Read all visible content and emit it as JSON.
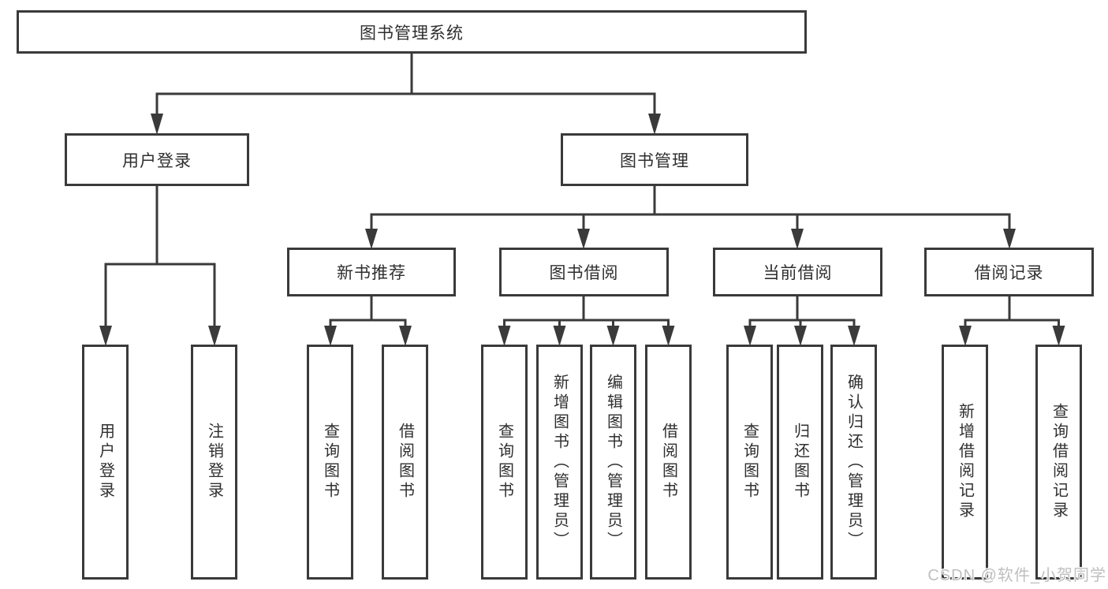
{
  "diagram": {
    "type": "hierarchy-tree",
    "title": "图书管理系统",
    "colors": {
      "line": "#3a3a3a",
      "box_border": "#3a3a3a",
      "box_fill": "#ffffff",
      "text": "#2f2f2f",
      "watermark": "#bfbfbf",
      "background": "#ffffff"
    },
    "watermark": "CSDN @软件_小贺同学",
    "nodes": {
      "root": {
        "label": "图书管理系统"
      },
      "user_login": {
        "label": "用户登录"
      },
      "book_mgmt": {
        "label": "图书管理"
      },
      "new_books": {
        "label": "新书推荐"
      },
      "book_borrow": {
        "label": "图书借阅"
      },
      "current_borrow": {
        "label": "当前借阅"
      },
      "borrow_records": {
        "label": "借阅记录"
      },
      "leaf_user_login": {
        "label": "用户登录"
      },
      "leaf_logout": {
        "label": "注销登录"
      },
      "leaf_nb_query": {
        "label": "查询图书"
      },
      "leaf_nb_borrow": {
        "label": "借阅图书"
      },
      "leaf_bb_query": {
        "label": "查询图书"
      },
      "leaf_bb_add": {
        "label": "新增图书（管理员）"
      },
      "leaf_bb_edit": {
        "label": "编辑图书（管理员）"
      },
      "leaf_bb_borrow": {
        "label": "借阅图书"
      },
      "leaf_cb_query": {
        "label": "查询图书"
      },
      "leaf_cb_return": {
        "label": "归还图书"
      },
      "leaf_cb_confirm": {
        "label": "确认归还（管理员）"
      },
      "leaf_br_add": {
        "label": "新增借阅记录"
      },
      "leaf_br_query": {
        "label": "查询借阅记录"
      }
    },
    "tree": {
      "root": {
        "user_login": [
          "leaf_user_login",
          "leaf_logout"
        ],
        "book_mgmt": {
          "new_books": [
            "leaf_nb_query",
            "leaf_nb_borrow"
          ],
          "book_borrow": [
            "leaf_bb_query",
            "leaf_bb_add",
            "leaf_bb_edit",
            "leaf_bb_borrow"
          ],
          "current_borrow": [
            "leaf_cb_query",
            "leaf_cb_return",
            "leaf_cb_confirm"
          ],
          "borrow_records": [
            "leaf_br_add",
            "leaf_br_query"
          ]
        }
      }
    }
  }
}
